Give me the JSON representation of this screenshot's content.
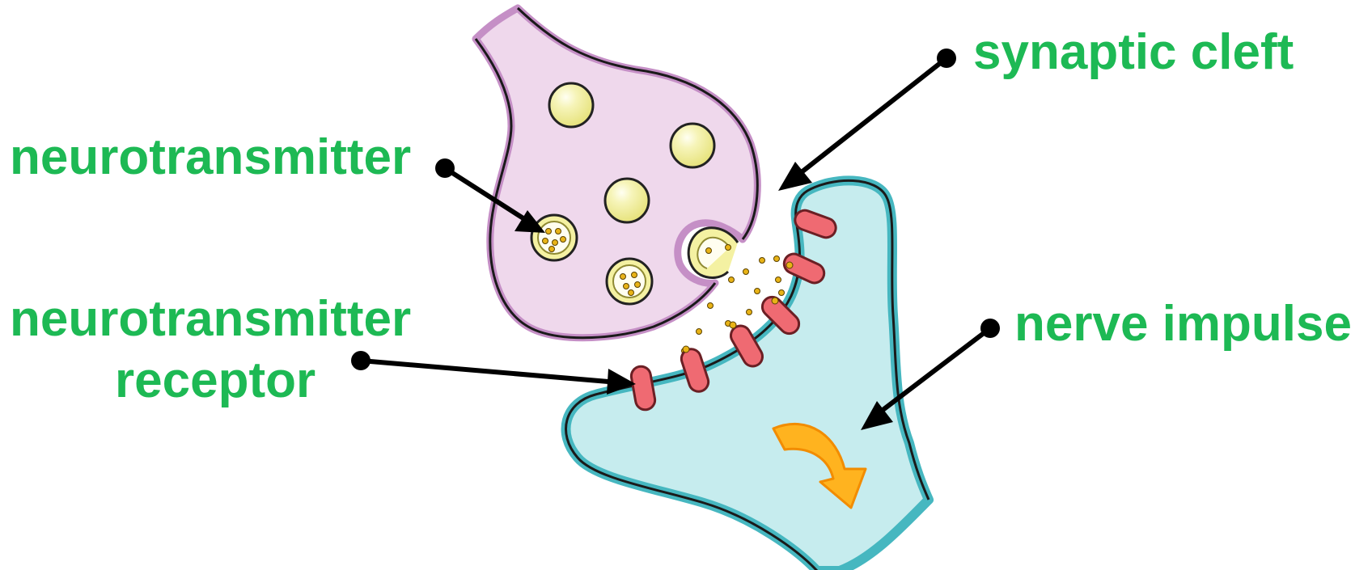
{
  "colors": {
    "label_text": "#1db954",
    "presynaptic_fill": "#efd8ec",
    "presynaptic_stroke": "#c58fc6",
    "postsynaptic_fill": "#c6ecee",
    "postsynaptic_stroke": "#46b7c0",
    "vesicle_fill": "#f4f1a2",
    "vesicle_stroke": "#8f8a33",
    "neurotransmitter_dot": "#e8b317",
    "receptor_fill": "#ef6a72",
    "receptor_stroke": "#6b1f24",
    "impulse_arrow": "#ffb31f",
    "pointer": "#000000"
  },
  "labels": {
    "neurotransmitter": "neurotransmitter",
    "synaptic_cleft": "synaptic cleft",
    "nerve_impulse": "nerve impulse",
    "receptor_line1": "neurotransmitter",
    "receptor_line2": "receptor"
  },
  "icons": {
    "impulse": "curved-arrow-icon"
  }
}
